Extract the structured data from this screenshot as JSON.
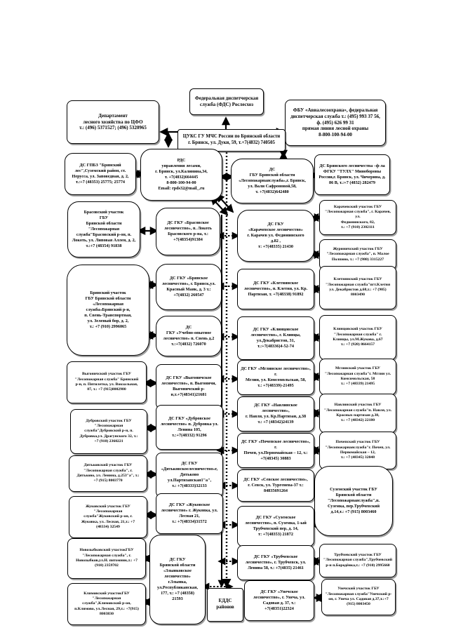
{
  "nodes": {
    "dep_cfo": {
      "text": "Департамент\nлесного хозяйства по ЦФО\nт.: (496) 5371527; (496) 5320965"
    },
    "fds": {
      "text": "Федеральная диспетчерская\nслужба  (ФДС) Рослесхоз"
    },
    "avia": {
      "text": "ФБУ «Авиалесоохрана»,  федеральная\nдиспетчерская служба т.: (495) 993 37 56,\nф. (495) 626 99 31\nпрямая линия лесной охраны\n8-800-100-94-00"
    },
    "tsuks": {
      "text": "ЦУКС ГУ МЧС России по Брянской области\nг. Брянск, ул. Дуки, 59,  т.+7(4832) 740505"
    },
    "ds_gpbz": {
      "text": "ДС ГПБЗ \"Брянский\nлес\",Суземский район, ст.\nНерусса, ул. Заповедная, д. 2,\nт.:+7 (48353) 25775; 25774"
    },
    "rds": {
      "text": "РДС\nуправления лесами,\nг. Брянск, ул.Калинина,34,\nт. +7(4832)664445\n8-800-100-94-00\nEmail: rpds32@mail_.ru"
    },
    "ds_gbu_lps": {
      "text": "ДС\nГБУ Брянской области\n«Лесопожарнаяслужба»,г. Брянск,\nул. Вали Сафроновой,58,\nт. +7(4832)642480"
    },
    "ds_bryansk_mo": {
      "text": "ДС Брянского лесничества –ф-ла\nФГКУ \"ТУЛХ\" Минобороны\nРоссии,г. Брянск, ул. Чичерина, д.\n86 В, т.:+7 (4832) 282479"
    },
    "brasovsky_uch": {
      "text": "Брасовский участок\nГБУ\nБрянской области\n\"Лесопожарная\nслужба\"Брасовский р-он, п.\nЛокоть, ул. Липовая Аллея, д. 2,\nт.:+7 (48354) 91838"
    },
    "ds_brasovskoe": {
      "text": "ДС ГКУ «Брасовское\nлесничество», п. Локоть\nБрасовского р-на, т.:\n+7(48354)91384"
    },
    "ds_karachevskoe": {
      "text": "ДС ГКУ\n«Карачевское лесничество»\nг. Карачев ул. Федюнинского\nд.82 ,\nт: +7(48335) 21430"
    },
    "karachevsky_uch": {
      "text": "Карачевский участок ГБУ\n\"Лесопожарная служба\", г. Карачев, ул.\nФедюнинского, 82,\nт.: +7 (910) 2302111"
    },
    "zhurinichsky_uch": {
      "text": "Журиничский участок ГБУ\n\"Лесопожарная служба\", п. Малое\nПолпино, т.: +7 (980) 3315227"
    },
    "bryansky_uch": {
      "text": "Брянский участок\nГБУ Брянской области\n«Лесопожарная\nслужба»Брянский р-н,\nп. Свень-Транспортная,\nул. Зеленый бор, д. 2,\nт.: +7 (910) 2996065"
    },
    "ds_bryanskoe": {
      "text": "ДС ГКУ «Брянское\nлесничество», г. Брянск,ул.\nКрасный Маяк, д. 3   т.:\n+7(4832) 260547"
    },
    "ds_uchebno": {
      "text": "ДС\nГКУ «Учебно-опытное\nлесничество» п. Свень д.2\nт.:+7(4832) 726070"
    },
    "ds_kletnyanskoe": {
      "text": "ДС ГКУ «Клетнянское\nлесничество», п. Клетня,  ул. Кр.\nПартизан, т. +7(48338) 91892"
    },
    "kletnyansky_uch": {
      "text": "Клетнянский участок ГБУ\n\"Лесопожарная служба\"пгт.Клетня\nул. Декабристов д.68,т.: +7 (905)\n8003490"
    },
    "ds_klintsovskoe": {
      "text": "ДС ГКУ «Клинцовское\nлесничество», г. Клинцы,\nул.Декабристов, 31,\nт.:+7(48336)4-52-74"
    },
    "klintsovsky_uch": {
      "text": "Клинцовский участок ГБУ\n\"Лесопожарная служба\" г.\nКлинцы, ул.М.Жукова, д.67\nт.: +7 (920) 8664157"
    },
    "vygonichsky_uch": {
      "text": "Выгоничский участок ГБУ\n\"Лесопожарная служба\" Брянский\nр-н, п. Пятилетка, ул. Вокзальная,\n87, т.: +7 (915)8002980"
    },
    "ds_vygonichskoe": {
      "text": "ДС ГКУ «Выгоничское\nлесничество», п. Выгоничи,\nВыгоничский р-\nн,т.+7(48341)21681"
    },
    "ds_mglinskoe": {
      "text": "ДС ГКУ «Мглинское лесничество», г.\nМглин, ул. Комсомольская, 58,\nт.: +7(48339)-21495"
    },
    "mglinsky_uch": {
      "text": "Мглинский участок  ГБУ\n\"Лесопожарная служба\"г. Мглин ул.\nКомсомольская, 58\nт.: +7 (48339) 21495"
    },
    "dubrovsky_uch": {
      "text": "Дубровский участок  ГБУ\n\"Лесопожарная\nслужба\"Дубровский р-н, п.\nДубровка,ул. Драгунского 32, т.:\n+7 (910) 2360221"
    },
    "ds_dubrovskoe": {
      "text": "ДС ГКУ «Дубровское\nлесничество» п. Дубровка ул.\nЛенина 105,\nт.:+7(48332) 91296"
    },
    "ds_navlinskoe": {
      "text": "ДС ГКУ «Навлинское лесничество»,\nг. Навля, ул. Кр.Партизан, д.38\nт.: +7 (48342)24139"
    },
    "navlinsky_uch": {
      "text": "Навлинский участок ГБУ\n\"Лесопожарная служба\"п. Навля, ул.\nКрасных партизан д.38,\nт.: +7 (48342) 22180"
    },
    "dyatkovsky_uch": {
      "text": "Дятьковский участок ГБУ\n\"Лесопожарная служба\", г.\nДятьково, ул. Ленина, д.253\"а\", т.:\n+7 (915) 8003770"
    },
    "ds_dyatkovskoe": {
      "text": "ДС ГКУ\n«Дятьковскоелесничество»г,\nДятьково\nул.Партизанская1\"а\",\nт.: +7(48333)32133"
    },
    "ds_pochepskoe": {
      "text": "ДС ГКУ «Почепское лесничество», г.\nПочеп, ул.Первомайская – 12, т.:\n+7(48345) 30883"
    },
    "pochepsky_uch": {
      "text": "Почепский участок ГБУ\n\"Лесопожарнаяслужба\"г. Почеп, ул.\nПервомайская – 12,\nт.: +7 (48345) 32048"
    },
    "zhukovsky_uch": {
      "text": "Жуковский участок ГБУ\n\"Лесопожарная\nслужба\"Жуковский р-он, г.\nЖуковка, ул. Лесная, 21,т.:  +7\n(48334) 32549"
    },
    "ds_zhukovskoe": {
      "text": "ДС ГКУ «Жуковское\nлесничество» г. Жуковка, ул.\nЛесная 21,\nт.: +7(48334)31572"
    },
    "ds_sevskoe": {
      "text": "ДС ГКУ «Севское лесничество»,\nг. Севск, ул. Тургенева-37 т.:\n84835691264"
    },
    "suzemsky_uch": {
      "text": "Суземский участок ГБУ\nБрянской области\n\"Лесопожарнаяслужба\",п.\nСуземка, пер.Трубчевский\nд.14,т.: +7 (915) 8003460"
    },
    "ds_suzemskoe": {
      "text": "ДС ГКУ «Суземское\nлесничество», п. Суземка, 1-ый\nТрубчевский пер, д. 14,\nт: +7(48353) 21872"
    },
    "novozybkovsky_uch": {
      "text": "Новозыбковский участокГБУ\n\"Лесопожарная служба\", г.\nНовозыбков,ул.Н. питомник,т.: +7\n(910) 2359702"
    },
    "ds_zlynkovskoe": {
      "text": "ДС ГКУ\nБрянской области\n«Злынковское\nлесничество»\nг.Злынка,\nул.Республиканская,\n177,  т.: +7 (48358)\n21593"
    },
    "klimovsky_uch": {
      "text": "Климовский участокГБУ\n\"Лесопожарная\nслужба\",Климовский р-он,\nп.Климово, ул.Лесная, 29,т.: +7(915)\n8003830"
    },
    "ds_trubchevskoe": {
      "text": "ДС ГКУ «Трубчевское\nлесничество», г. Трубчевск, ул.\nЛенина 58, т.: +7(4835) 21461"
    },
    "trubchevsky_uch": {
      "text": "Трубчевский участок  ГБУ\n\"Лесопожарная служба\",Трубчевский\nр-н п.Бородёнка,т.: +7 (910) 2995660"
    },
    "ds_unechskoe": {
      "text": "ДС ГКУ «Унечское\nлесничество», г. Унеча, ул.\nСадовая д. 37, т.:\n+7(48351)22324"
    },
    "unechsky_uch": {
      "text": "Унечский участок ГБУ\n\"Лесопожарная служба\"Унечский р-\nон, г. Унеча ул. Садовая д.37,т.:+7\n(915) 8003450"
    },
    "edds": {
      "text": "ЕДДС\nрайонов"
    }
  },
  "colors": {
    "line": "#000000",
    "box_border": "#000000",
    "background": "#ffffff"
  }
}
